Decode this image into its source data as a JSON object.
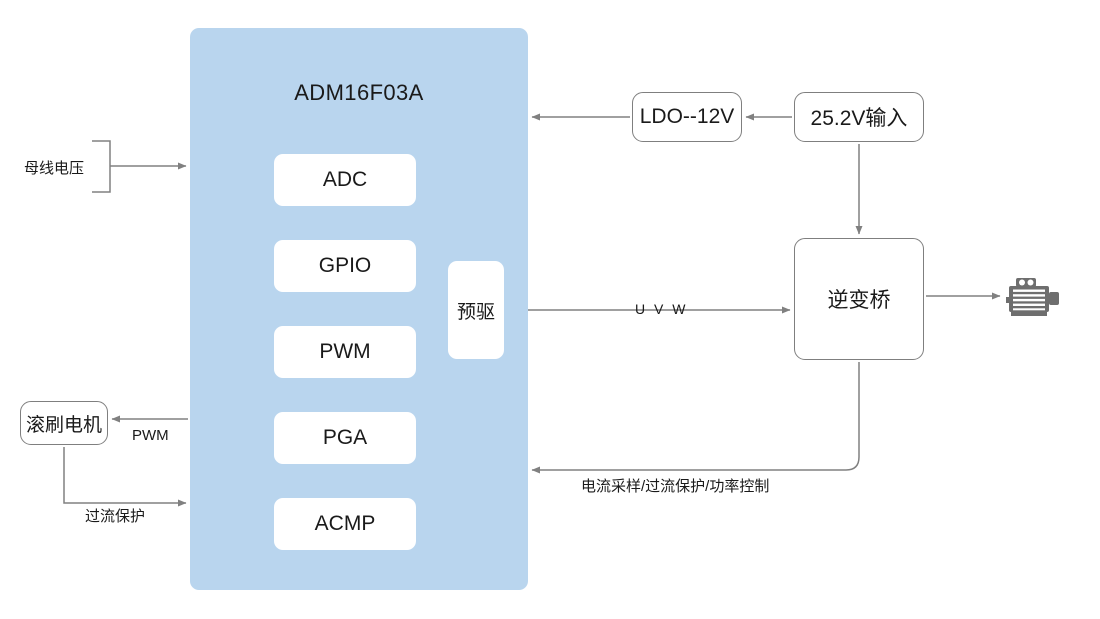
{
  "diagram": {
    "title": "Motor control block diagram",
    "colors": {
      "mcu_panel": "#b9d5ee",
      "module_fill": "#ffffff",
      "box_stroke": "#7f7f7f",
      "wire": "#808080",
      "text": "#1a1a1a",
      "motor_icon": "#6e6e6e"
    }
  },
  "mcu": {
    "title": "ADM16F03A",
    "modules": [
      {
        "label": "ADC"
      },
      {
        "label": "GPIO"
      },
      {
        "label": "PWM"
      },
      {
        "label": "PGA"
      },
      {
        "label": "ACMP"
      }
    ],
    "predriver": {
      "label": "预驱"
    }
  },
  "blocks": {
    "ldo": "LDO--12V",
    "input": "25.2V输入",
    "inverter": "逆变桥",
    "roller_motor": "滚刷电机"
  },
  "wire_labels": {
    "bus_voltage": "母线电压",
    "pwm": "PWM",
    "over_current": "过流保护",
    "uvw": "U V W",
    "feedback": "电流采样/过流保护/功率控制"
  },
  "icons": {
    "motor": "motor-icon"
  }
}
